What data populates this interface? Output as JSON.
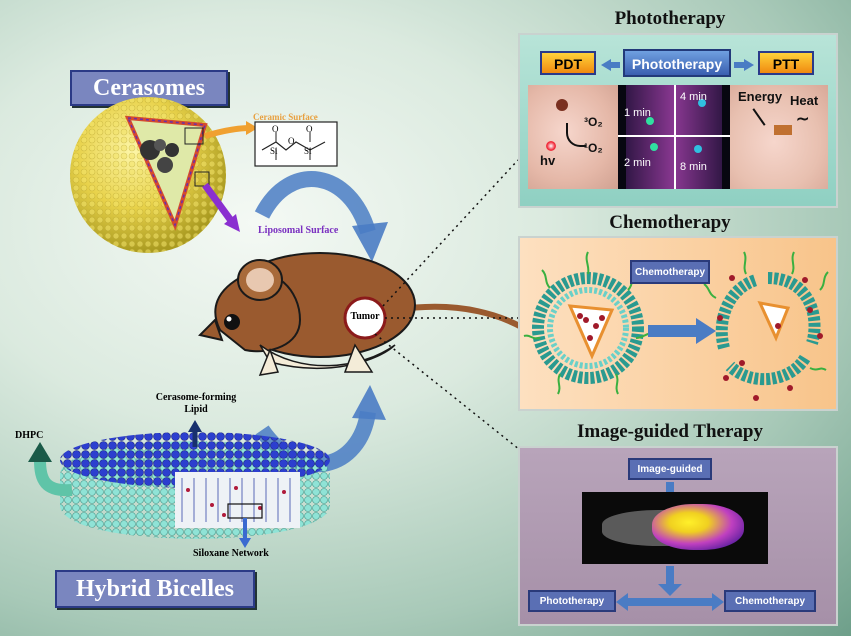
{
  "left": {
    "cerasomes_title": "Cerasomes",
    "ceramic_surface": "Ceramic Surface",
    "liposomal_surface": "Liposomal Surface",
    "tumor_label": "Tumor",
    "cerasome_forming_lipid_line1": "Cerasome-forming",
    "cerasome_forming_lipid_line2": "Lipid",
    "dhpc": "DHPC",
    "siloxane_network": "Siloxane Network",
    "hybrid_bicelles_title": "Hybrid Bicelles",
    "chem": {
      "o1": "O",
      "o2": "O",
      "o3": "O",
      "si1": "Si",
      "si2": "Si"
    }
  },
  "phototherapy": {
    "title": "Phototherapy",
    "pdt": "PDT",
    "center": "Phototherapy",
    "ptt": "PTT",
    "o2_triplet": "³O₂",
    "o2_singlet": "¹O₂",
    "hv": "hv",
    "t1": "1 min",
    "t2": "2 min",
    "t4": "4 min",
    "t8": "8 min",
    "energy": "Energy",
    "heat": "Heat"
  },
  "chemotherapy": {
    "title": "Chemotherapy",
    "label": "Chemotherapy"
  },
  "image_guided": {
    "title": "Image-guided Therapy",
    "label": "Image-guided",
    "phototherapy": "Phototherapy",
    "chemotherapy": "Chemotherapy"
  },
  "colors": {
    "pdt": "#f5a020",
    "ptt": "#f5a020",
    "box_blue": "#5a6fb4",
    "arrow_blue": "#4a7cc4"
  }
}
